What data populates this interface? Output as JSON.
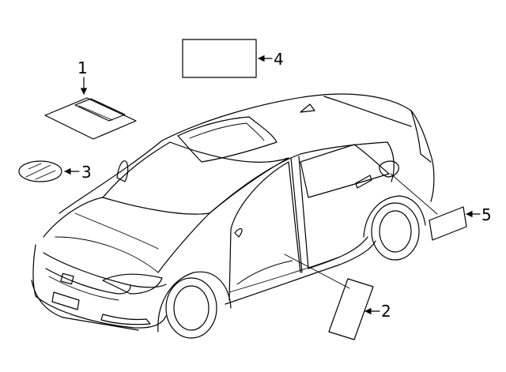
{
  "diagram": {
    "callouts": [
      {
        "id": "label-1",
        "number": "1"
      },
      {
        "id": "label-2",
        "number": "2"
      },
      {
        "id": "label-3",
        "number": "3"
      },
      {
        "id": "label-4",
        "number": "4"
      },
      {
        "id": "label-5",
        "number": "5"
      }
    ]
  }
}
